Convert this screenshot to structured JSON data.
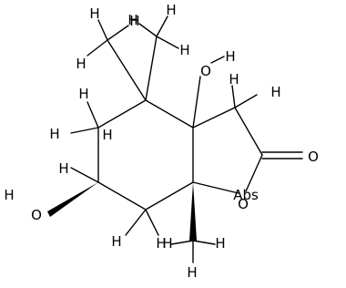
{
  "molecule": {
    "atom_labels": {
      "h_methyl1_top": "H",
      "h_methyl1_left": "H",
      "h_methyl1_right": "H",
      "h_methyl2_top": "H",
      "h_methyl2_right": "H",
      "h_methyl2_bottom": "H",
      "oh_top_o": "O",
      "oh_top_h": "H",
      "h_ch2_top": "H",
      "h_ch2_right": "H",
      "h_ring_upper_left": "H",
      "h_ring_left": "H",
      "h_ring_middle": "H",
      "h_choh": "H",
      "oh_left_h": "H",
      "oh_left_o": "O",
      "carbonyl_o": "O",
      "ring_o": "O",
      "abs_label": "Abs",
      "h_ring_bottom_left": "H",
      "h_ring_bottom_right": "H",
      "h_methyl3_left": "H",
      "h_methyl3_right": "H",
      "h_methyl3_bottom": "H"
    }
  }
}
